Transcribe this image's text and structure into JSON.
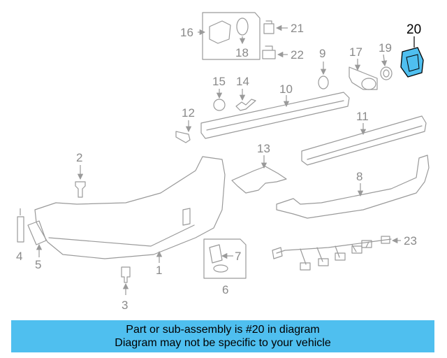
{
  "callouts": {
    "c1": "1",
    "c2": "2",
    "c3": "3",
    "c4": "4",
    "c5": "5",
    "c6": "6",
    "c7": "7",
    "c8": "8",
    "c9": "9",
    "c10": "10",
    "c11": "11",
    "c12": "12",
    "c13": "13",
    "c14": "14",
    "c15": "15",
    "c16": "16",
    "c17": "17",
    "c18": "18",
    "c19": "19",
    "c20": "20",
    "c21": "21",
    "c22": "22",
    "c23": "23"
  },
  "highlight": {
    "part_number": "20",
    "color": "#4fbfef"
  },
  "banner": {
    "line1": "Part or sub-assembly is #20 in diagram",
    "line2": "Diagram may not be specific to your vehicle"
  }
}
